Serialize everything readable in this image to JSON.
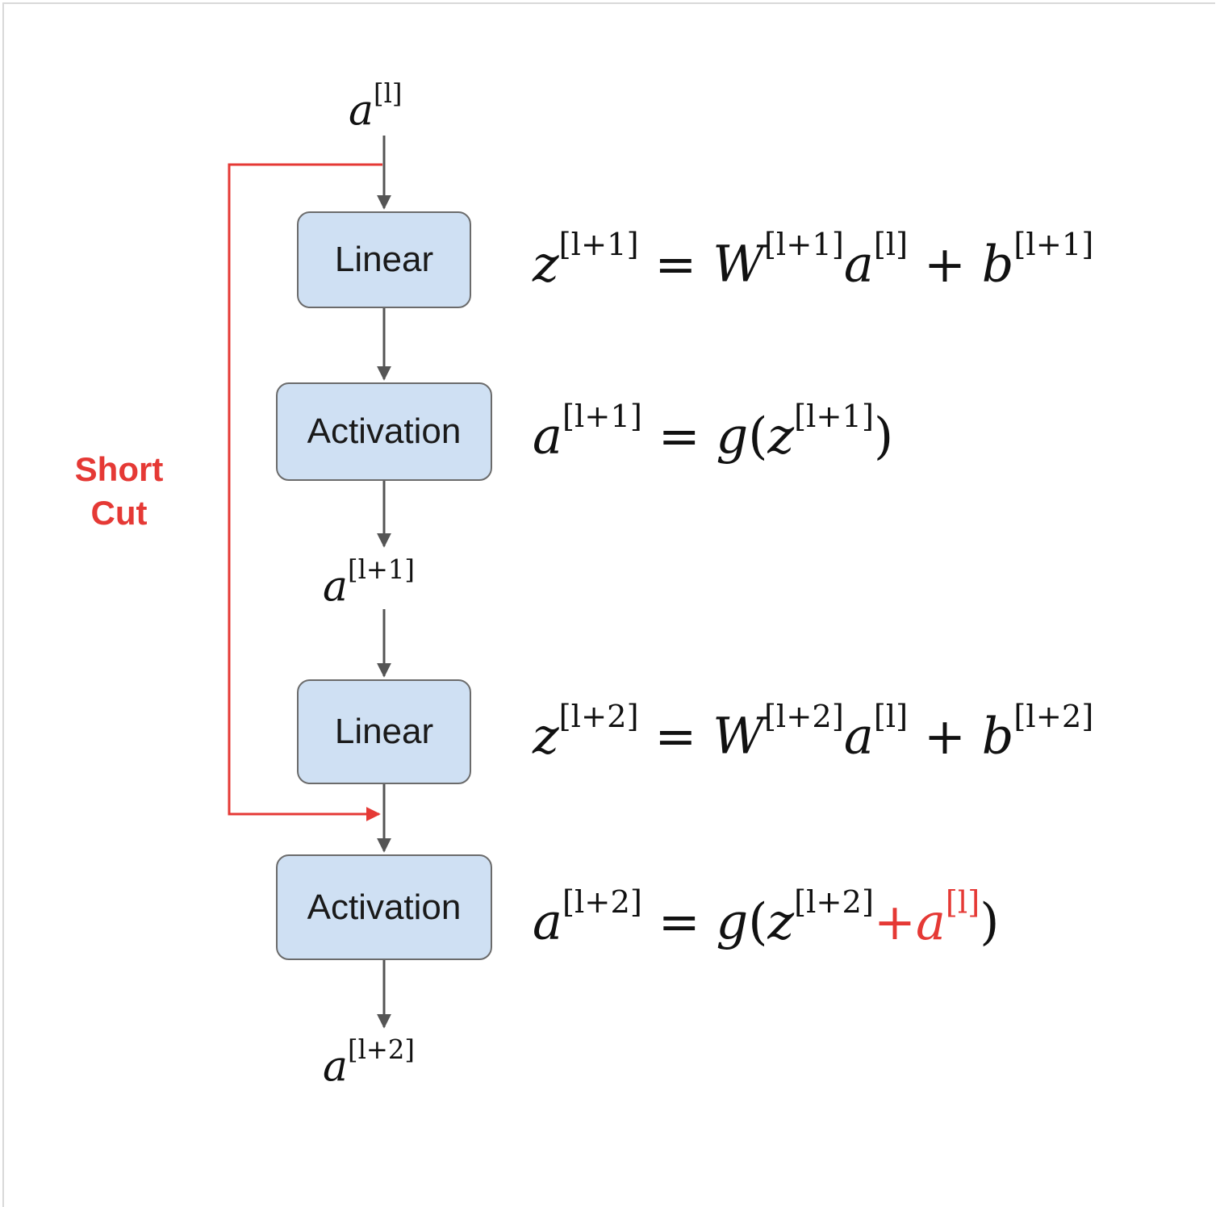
{
  "nodes": {
    "linear_1": "Linear",
    "activation_1": "Activation",
    "linear_2": "Linear",
    "activation_2": "Activation"
  },
  "shortcut": {
    "line1": "Short",
    "line2": "Cut",
    "color": "#e53935"
  },
  "symbols": {
    "a": "a",
    "z": "z",
    "W": "W",
    "b": "b",
    "g": "g",
    "sup_l": "[l]",
    "sup_l1": "[l+1]",
    "sup_l2": "[l+2]",
    "eq": "=",
    "plus": "+",
    "lparen": "(",
    "rparen": ")"
  },
  "colors": {
    "box_fill": "#cfe0f3",
    "box_border": "#6b6b6b",
    "arrow": "#555555"
  }
}
